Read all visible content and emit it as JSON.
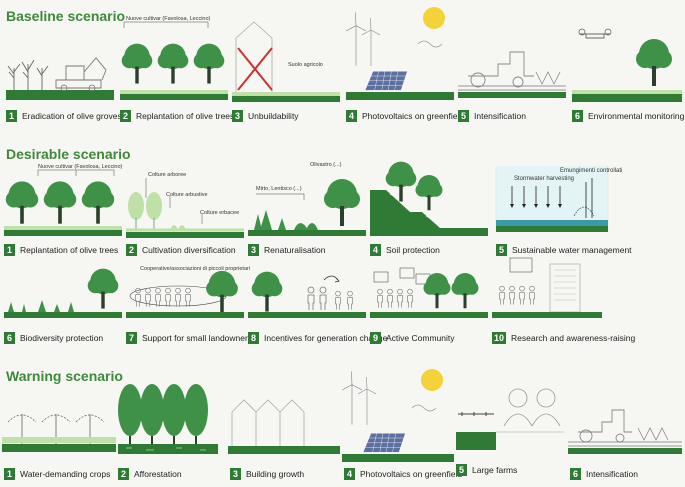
{
  "colors": {
    "accent": "#3e8a3a",
    "ground": "#2f7a35",
    "light_green": "#bfe0a6",
    "tree": "#3f9147"
  },
  "sections": {
    "baseline": {
      "title": "Baseline scenario",
      "panels": [
        {
          "num": "1",
          "label": "Eradication of olive groves"
        },
        {
          "num": "2",
          "label": "Replantation of olive trees",
          "note": "Nuove cultivar (Favolosa, Leccino)"
        },
        {
          "num": "3",
          "label": "Unbuildability",
          "note": "Suolo agricolo"
        },
        {
          "num": "4",
          "label": "Photovoltaics on greenfield"
        },
        {
          "num": "5",
          "label": "Intensification"
        },
        {
          "num": "6",
          "label": "Environmental monitoring"
        }
      ]
    },
    "desirable": {
      "title": "Desirable scenario",
      "panels": [
        {
          "num": "1",
          "label": "Replantation of olive trees",
          "note": "Nuove cultivar (Favolosa, Leccino)"
        },
        {
          "num": "2",
          "label": "Cultivation diversification",
          "notes": [
            "Colture arboree",
            "Colture arbustive",
            "Colture erbacee"
          ]
        },
        {
          "num": "3",
          "label": "Renaturalisation",
          "notes": [
            "Olivastro (...)",
            "Mirto, Lentisco (...)"
          ]
        },
        {
          "num": "4",
          "label": "Soil protection"
        },
        {
          "num": "5",
          "label": "Sustainable water management",
          "notes": [
            "Stormwater harvesting",
            "Emungimenti controllati"
          ]
        },
        {
          "num": "6",
          "label": "Biodiversity protection"
        },
        {
          "num": "7",
          "label": "Support for small landowners",
          "note": "Cooperative/associazioni di piccoli proprietari"
        },
        {
          "num": "8",
          "label": "Incentives for generation change"
        },
        {
          "num": "9",
          "label": "Active Community"
        },
        {
          "num": "10",
          "label": "Research and awareness-raising"
        }
      ]
    },
    "warning": {
      "title": "Warning scenario",
      "panels": [
        {
          "num": "1",
          "label": "Water-demanding crops"
        },
        {
          "num": "2",
          "label": "Afforestation"
        },
        {
          "num": "3",
          "label": "Building growth"
        },
        {
          "num": "4",
          "label": "Photovoltaics on greenfield"
        },
        {
          "num": "5",
          "label": "Large farms"
        },
        {
          "num": "6",
          "label": "Intensification"
        }
      ]
    }
  }
}
